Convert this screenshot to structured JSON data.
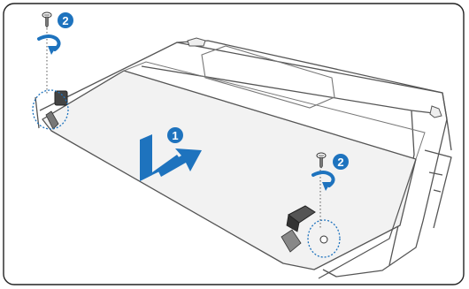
{
  "steps": {
    "step_1": "1",
    "step_2_left": "2",
    "step_2_right": "2"
  },
  "colors": {
    "accent_blue": "#1e73be",
    "line_gray": "#9a9a9a",
    "body_fill": "#f2f2f2",
    "outline": "#555555"
  },
  "icons": [
    "screw-icon",
    "rotate-arrow-icon",
    "slide-arrow-icon"
  ]
}
